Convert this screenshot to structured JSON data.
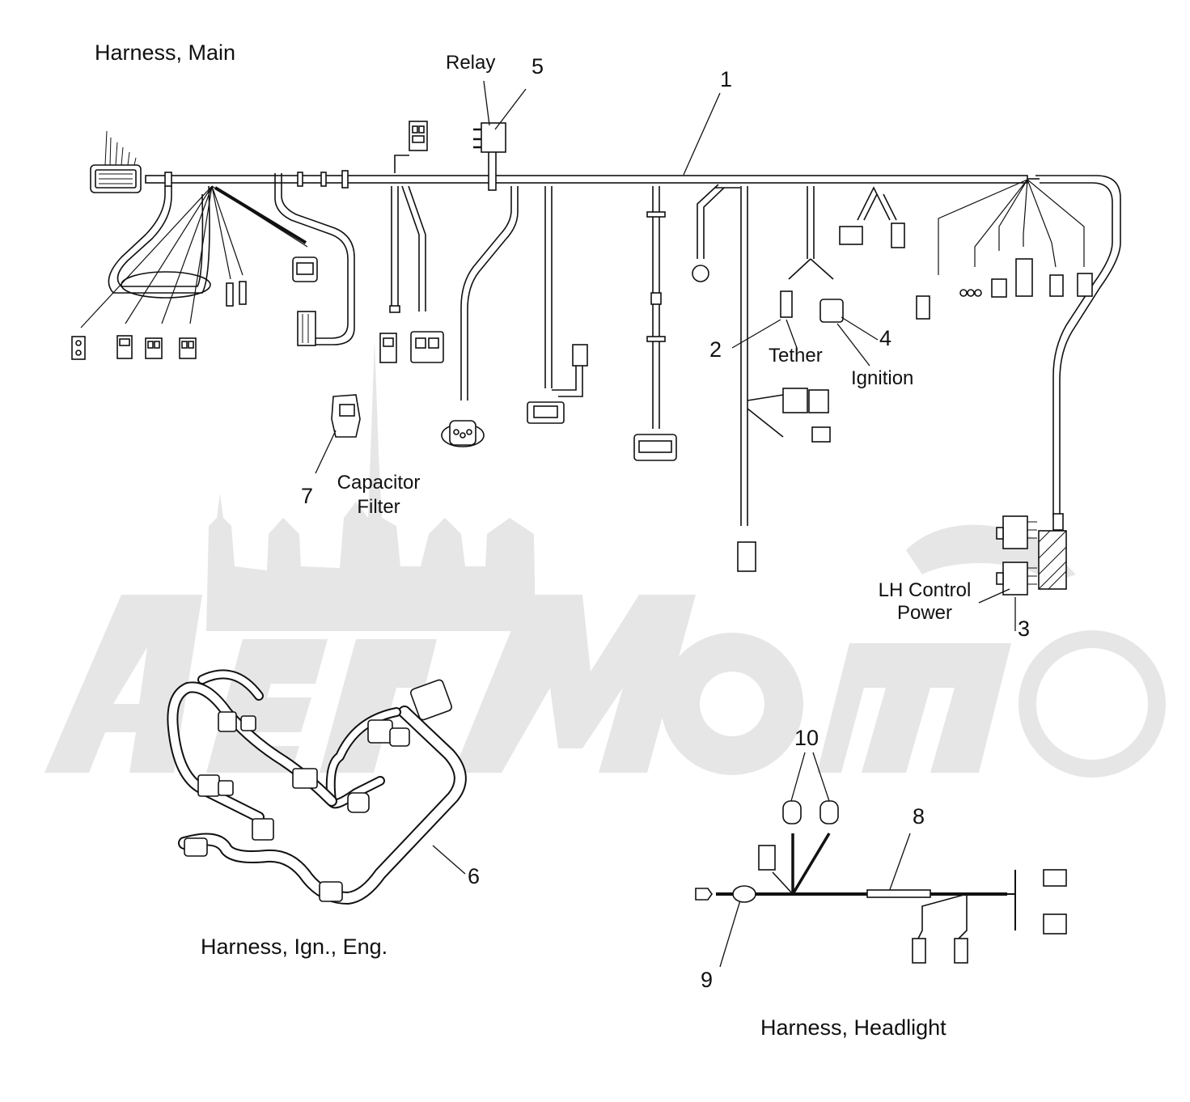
{
  "sections": {
    "main": "Harness, Main",
    "ign_eng": "Harness, Ign., Eng.",
    "headlight": "Harness, Headlight"
  },
  "callouts": {
    "c1": "1",
    "c2": "2",
    "c3": "3",
    "c4": "4",
    "c5": "5",
    "c6": "6",
    "c7": "7",
    "c8": "8",
    "c9": "9",
    "c10": "10"
  },
  "part_labels": {
    "relay": "Relay",
    "tether": "Tether",
    "ignition": "Ignition",
    "capacitor_line1": "Capacitor",
    "capacitor_line2": "Filter",
    "lh_line1": "LH Control",
    "lh_line2": "Power"
  },
  "watermark": "AerMoto",
  "colors": {
    "ink": "#111111",
    "wire_fill": "#ffffff",
    "watermark": "#e6e6e6"
  }
}
